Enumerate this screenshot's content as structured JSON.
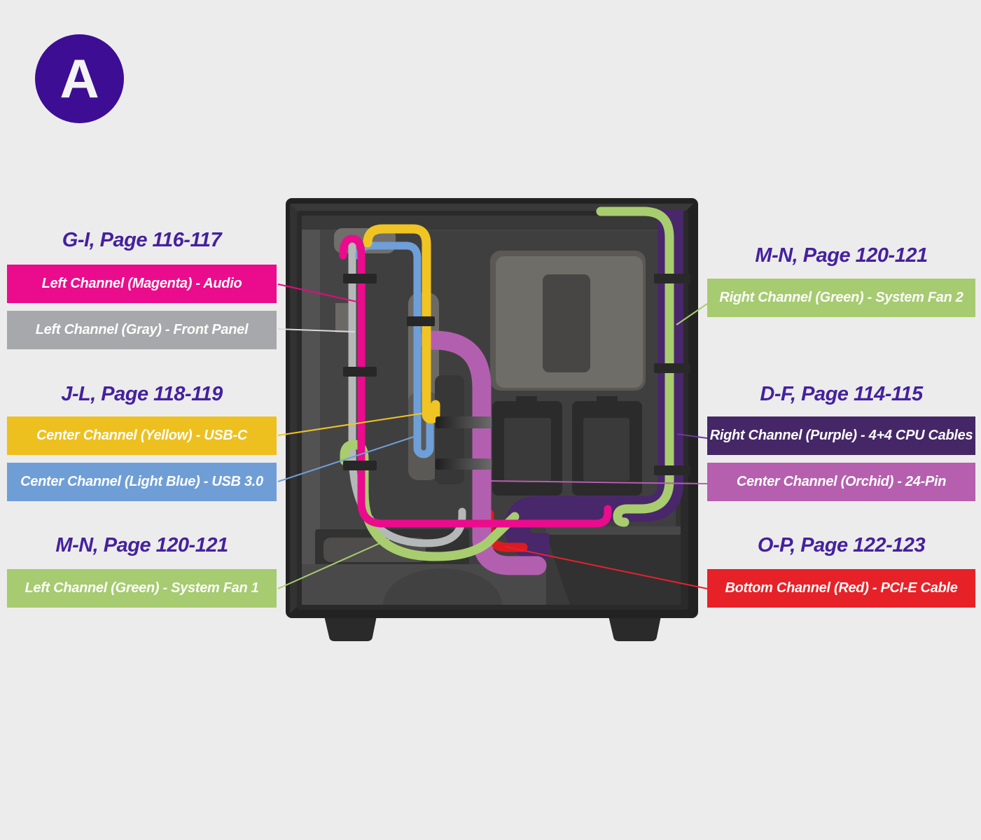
{
  "badge": {
    "letter": "A",
    "color": "#3d0d93"
  },
  "panels": {
    "left": [
      {
        "heading": "G-I, Page 116-117"
      },
      {
        "heading": "J-L, Page 118-119"
      },
      {
        "heading": "M-N, Page 120-121"
      }
    ],
    "right": [
      {
        "heading": "M-N, Page 120-121"
      },
      {
        "heading": "D-F, Page 114-115"
      },
      {
        "heading": "O-P, Page 122-123"
      }
    ],
    "tags": [
      {
        "label": "Left Channel (Magenta) - Audio",
        "color": "#ea0c8c"
      },
      {
        "label": "Left Channel (Gray) - Front Panel",
        "color": "#a7a8ab"
      },
      {
        "label": "Center Channel (Yellow) - USB-C",
        "color": "#edc01f"
      },
      {
        "label": "Center Channel (Light Blue) - USB 3.0",
        "color": "#6f9ed7"
      },
      {
        "label": "Left Channel (Green) - System Fan 1",
        "color": "#a6cb70"
      },
      {
        "label": "Right Channel (Green) - System Fan 2",
        "color": "#a6cb70"
      },
      {
        "label": "Right Channel (Purple) - 4+4 CPU Cables",
        "color": "#452767"
      },
      {
        "label": "Center Channel (Orchid) - 24-Pin",
        "color": "#b55fae"
      },
      {
        "label": "Bottom Channel (Red) - PCI-E Cable",
        "color": "#e72128"
      }
    ]
  },
  "cables": [
    {
      "name": "right-channel-purple-4+4-cpu",
      "color": "#49276b"
    },
    {
      "name": "right-channel-green-system-fan-2",
      "color": "#a8cd6e"
    },
    {
      "name": "bottom-channel-red-pci-e",
      "color": "#dd1a20"
    },
    {
      "name": "center-channel-orchid-24-pin",
      "color": "#b35fb0"
    },
    {
      "name": "left-channel-gray-front-panel",
      "color": "#b6b7b9"
    },
    {
      "name": "left-channel-green-system-fan-1",
      "color": "#a8cd6e"
    },
    {
      "name": "center-channel-light-blue-usb-3.0",
      "color": "#6f9fd8"
    },
    {
      "name": "center-channel-yellow-usb-c",
      "color": "#f0c422"
    },
    {
      "name": "left-channel-magenta-audio",
      "color": "#ea0c8c"
    }
  ],
  "leaders": [
    {
      "name": "magenta-leader",
      "color": "#e5087f"
    },
    {
      "name": "gray-leader",
      "color": "#d9d9db"
    },
    {
      "name": "yellow-leader",
      "color": "#f0c422"
    },
    {
      "name": "blue-leader",
      "color": "#6f9fd8"
    },
    {
      "name": "green-left-leader",
      "color": "#a8cd6e"
    },
    {
      "name": "green-right-leader",
      "color": "#a8cd6e"
    },
    {
      "name": "purple-leader",
      "color": "#6a3c9b"
    },
    {
      "name": "orchid-leader",
      "color": "#b55fae"
    },
    {
      "name": "red-leader",
      "color": "#e8212c"
    }
  ]
}
